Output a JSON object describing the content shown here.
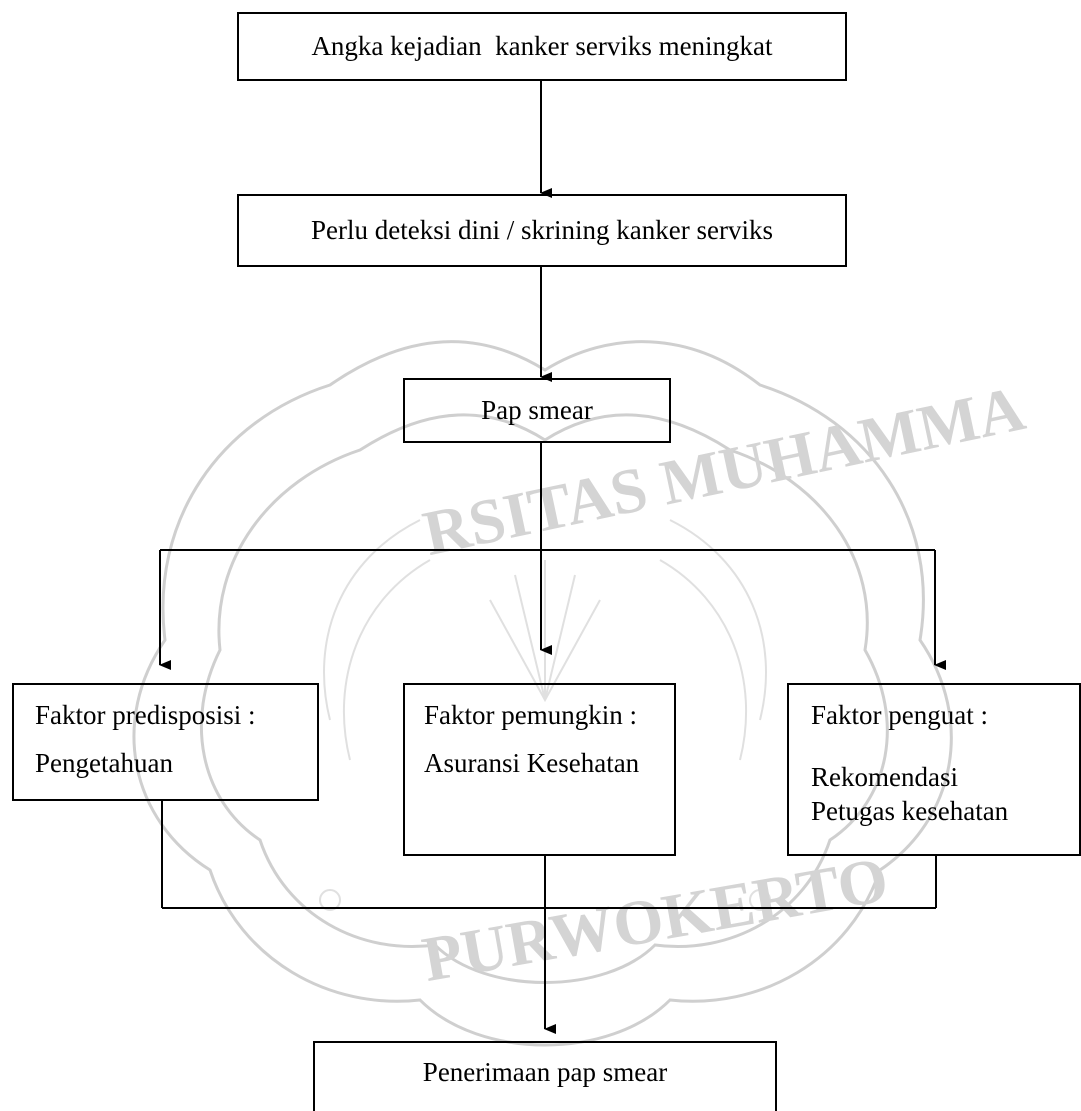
{
  "watermark": {
    "arc_top": "RSITAS MUHAMMA",
    "arc_bottom": "PURWOKERTO",
    "stroke_color": "#c8c8c8"
  },
  "diagram": {
    "stroke_color": "#000000",
    "box1": "Angka kejadian  kanker serviks meningkat",
    "box2": "Perlu deteksi dini / skrining kanker serviks",
    "box3": "Pap smear",
    "factor_left": {
      "title": "Faktor predisposisi :",
      "item": "Pengetahuan"
    },
    "factor_mid": {
      "title": "Faktor pemungkin :",
      "item": "Asuransi Kesehatan"
    },
    "factor_right": {
      "title": "Faktor penguat :",
      "item_line1": "Rekomendasi",
      "item_line2": "Petugas kesehatan"
    },
    "outcome": "Penerimaan pap smear"
  }
}
